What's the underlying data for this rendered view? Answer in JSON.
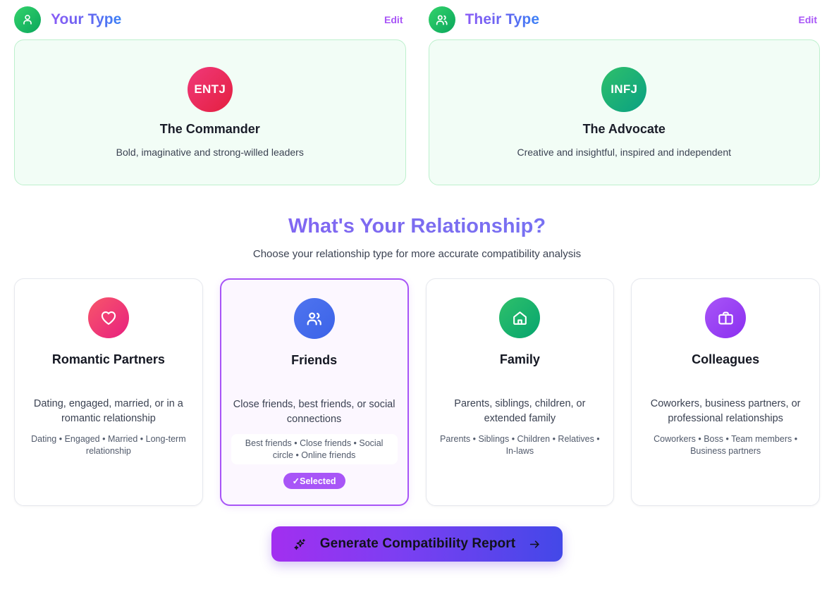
{
  "your_type": {
    "header_label": "Your Type",
    "edit_label": "Edit",
    "avatar_icon": "person-icon",
    "code": "ENTJ",
    "name": "The Commander",
    "description": "Bold, imaginative and strong-willed leaders"
  },
  "their_type": {
    "header_label": "Their Type",
    "edit_label": "Edit",
    "avatar_icon": "users-icon",
    "code": "INFJ",
    "name": "The Advocate",
    "description": "Creative and insightful, inspired and independent"
  },
  "relationship": {
    "heading": "What's Your Relationship?",
    "subheading": "Choose your relationship type for more accurate compatibility analysis",
    "selected_badge": "✓Selected",
    "options": [
      {
        "id": "romantic",
        "icon": "heart-icon",
        "title": "Romantic Partners",
        "description": "Dating, engaged, married, or in a romantic relationship",
        "examples": "Dating • Engaged • Married • Long-term relationship",
        "selected": false
      },
      {
        "id": "friends",
        "icon": "users-icon",
        "title": "Friends",
        "description": "Close friends, best friends, or social connections",
        "examples": "Best friends • Close friends • Social circle • Online friends",
        "selected": true
      },
      {
        "id": "family",
        "icon": "home-icon",
        "title": "Family",
        "description": "Parents, siblings, children, or extended family",
        "examples": "Parents • Siblings • Children • Relatives • In-laws",
        "selected": false
      },
      {
        "id": "colleagues",
        "icon": "briefcase-icon",
        "title": "Colleagues",
        "description": "Coworkers, business partners, or professional relationships",
        "examples": "Coworkers • Boss • Team members • Business partners",
        "selected": false
      }
    ]
  },
  "cta": {
    "label": "Generate Compatibility Report",
    "left_icon": "sparkles-icon",
    "right_icon": "arrow-right-icon"
  },
  "colors": {
    "accent_purple": "#a855f7",
    "accent_blue": "#3b82f6",
    "type_card_bg": "#f2fdf6",
    "type_card_border": "#bdf0cd",
    "entj_badge": "#e8215a",
    "infj_badge": "#17a86a",
    "selected_card_bg": "#fcf7ff"
  }
}
